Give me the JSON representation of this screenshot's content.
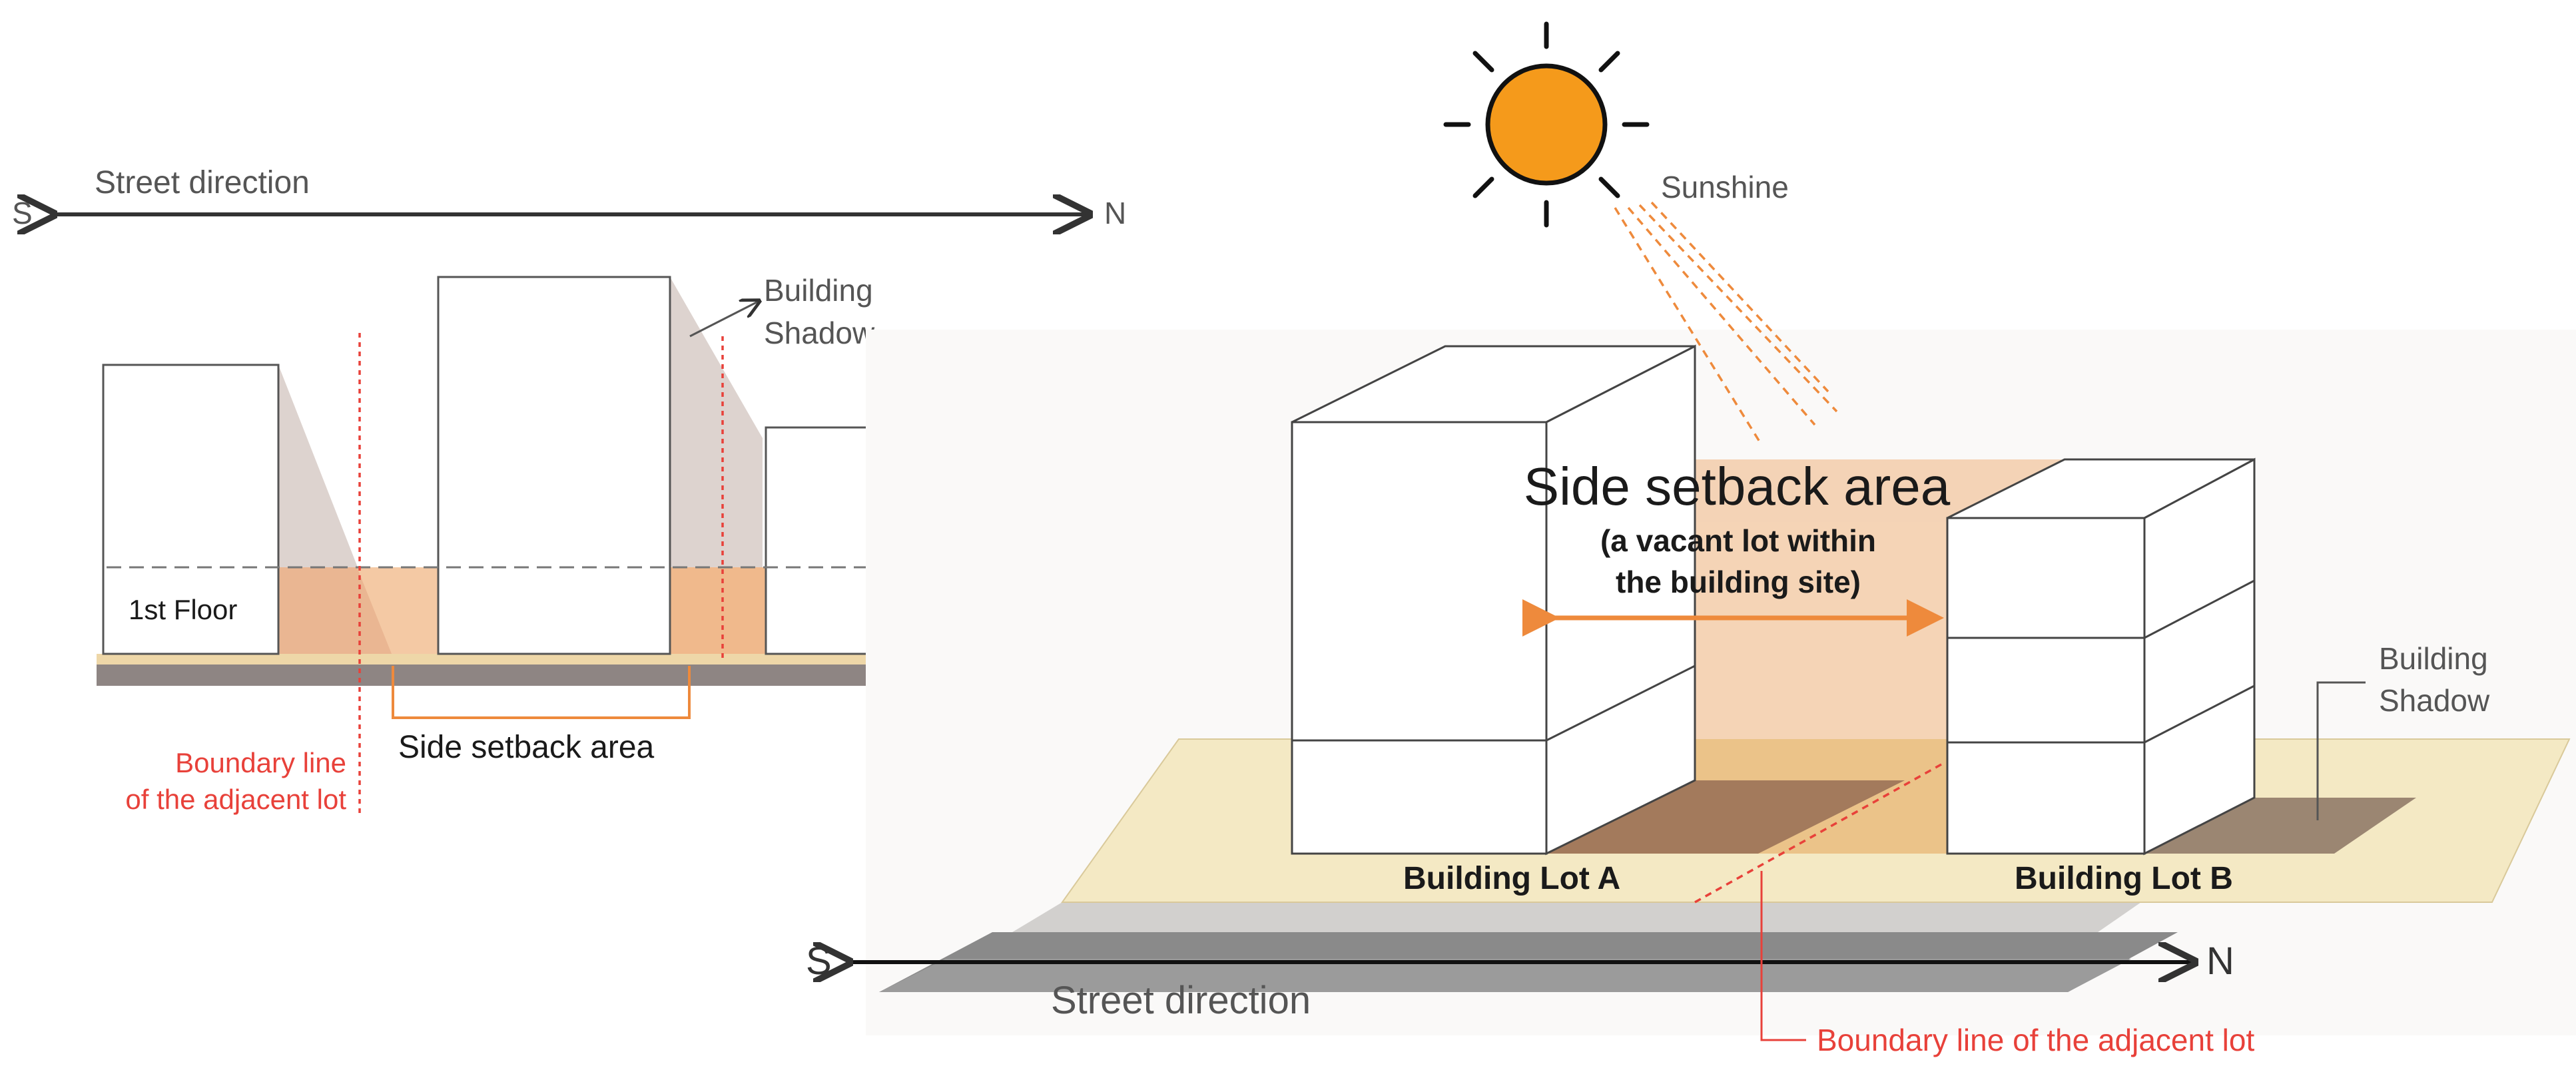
{
  "left_diagram": {
    "direction_south": "S",
    "direction_north": "N",
    "street_direction": "Street direction",
    "building_shadow_line1": "Building",
    "building_shadow_line2": "Shadow",
    "first_floor": "1st Floor",
    "side_setback_area": "Side setback area",
    "boundary_line1": "Boundary line",
    "boundary_line2": "of the adjacent lot"
  },
  "right_diagram": {
    "sunshine": "Sunshine",
    "side_setback_title": "Side setback area",
    "side_setback_sub1": "(a vacant lot within",
    "side_setback_sub2": "the building site)",
    "building_shadow_line1": "Building",
    "building_shadow_line2": "Shadow",
    "lot_a": "Building Lot A",
    "lot_b": "Building Lot B",
    "direction_south": "S",
    "direction_north": "N",
    "street_direction": "Street direction",
    "boundary_line": "Boundary line of the adjacent lot"
  },
  "colors": {
    "sun": "#f59a1b",
    "setback_fill": "#f3c8a4",
    "shadow": "#a37a5c",
    "ground": "#f4e9c4",
    "road": "#8a8a8a",
    "boundary_red": "#e8413a",
    "setback_orange": "#ee8a3c"
  }
}
